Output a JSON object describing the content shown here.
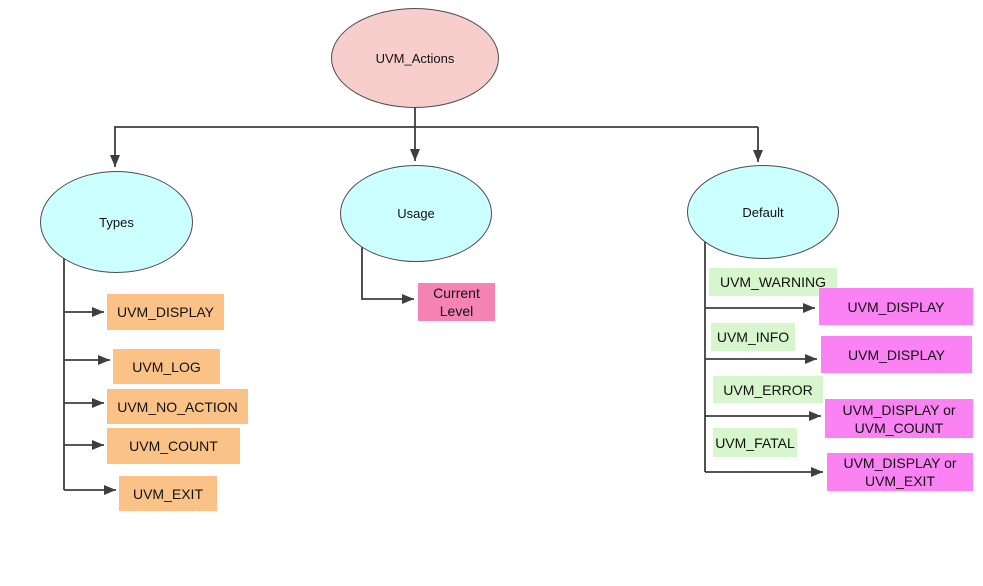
{
  "colors": {
    "root_fill": "#f8cecc",
    "branch_fill": "#ccffff",
    "types_item_fill": "#fac287",
    "usage_target_fill": "#f584b4",
    "severity_fill": "#d7f6cd",
    "action_fill": "#fa82f2",
    "line": "#3e3e3e"
  },
  "root": {
    "label": "UVM_Actions"
  },
  "types": {
    "label": "Types",
    "items": [
      {
        "label": "UVM_DISPLAY"
      },
      {
        "label": "UVM_LOG"
      },
      {
        "label": "UVM_NO_ACTION"
      },
      {
        "label": "UVM_COUNT"
      },
      {
        "label": "UVM_EXIT"
      }
    ]
  },
  "usage": {
    "label": "Usage",
    "target": "Current\nLevel"
  },
  "default": {
    "label": "Default",
    "rows": [
      {
        "severity": "UVM_WARNING",
        "action": "UVM_DISPLAY"
      },
      {
        "severity": "UVM_INFO",
        "action": "UVM_DISPLAY"
      },
      {
        "severity": "UVM_ERROR",
        "action": "UVM_DISPLAY or\nUVM_COUNT"
      },
      {
        "severity": "UVM_FATAL",
        "action": "UVM_DISPLAY or\nUVM_EXIT"
      }
    ]
  }
}
